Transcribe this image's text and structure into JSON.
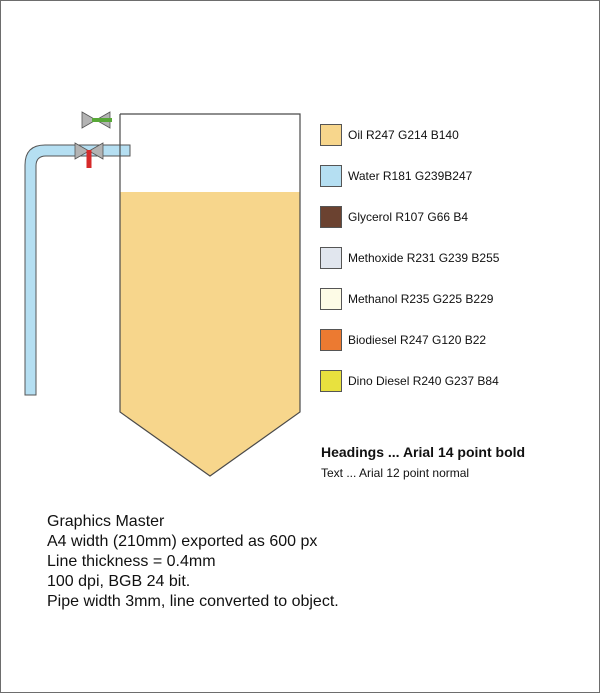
{
  "colors": {
    "pipe_fill": "#b5dff2",
    "pipe_outline": "#555555",
    "valve_body": "#b3b3b3",
    "valve_handle_red": "#d62a2a",
    "valve_handle_green": "#58a838",
    "tank_outline": "#4a4a4a",
    "oil": "#f7d68c"
  },
  "icons": [
    "valve-top-icon",
    "valve-bottom-icon"
  ],
  "tank": {
    "fill_material": "Oil",
    "fill_level": 0.79
  },
  "legend": [
    {
      "name": "Oil",
      "label": "Oil R247 G214 B140",
      "color": "#f7d68c"
    },
    {
      "name": "Water",
      "label": "Water R181 G239B247",
      "color": "#b5dff2"
    },
    {
      "name": "Glycerol",
      "label": "Glycerol R107 G66 B4",
      "color": "#6b4230"
    },
    {
      "name": "Methoxide",
      "label": "Methoxide R231 G239 B255",
      "color": "#e1e6ee"
    },
    {
      "name": "Methanol",
      "label": "Methanol R235 G225 B229",
      "color": "#fdfbe6"
    },
    {
      "name": "Biodiesel",
      "label": "Biodiesel R247 G120 B22",
      "color": "#ec7a31"
    },
    {
      "name": "Dino Diesel",
      "label": "Dino Diesel R240 G237 B84",
      "color": "#e8e13e"
    }
  ],
  "styles": {
    "heading": "Headings ... Arial 14 point bold",
    "text": "Text ... Arial 12 point normal"
  },
  "notes": [
    "Graphics Master",
    "A4 width (210mm) exported as 600 px",
    "Line thickness = 0.4mm",
    "100 dpi, BGB 24 bit.",
    "Pipe width 3mm, line converted to object."
  ]
}
